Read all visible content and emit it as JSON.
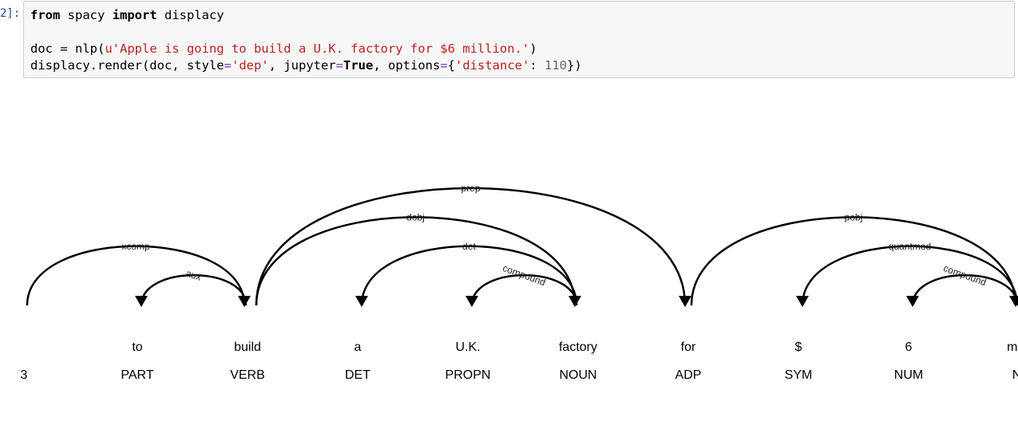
{
  "cell": {
    "prompt": "2]:",
    "code": {
      "line1": {
        "kw1": "from",
        "t1": " spacy ",
        "kw2": "import",
        "t2": " displacy"
      },
      "line3": {
        "t1": "doc = nlp(",
        "s1": "u'Apple is going to build a U.K. factory for $6 million.'",
        "t2": ")"
      },
      "line4": {
        "t1": "displacy.render(doc, style",
        "eq1": "=",
        "s1": "'dep'",
        "t2": ", jupyter",
        "eq2": "=",
        "kw": "True",
        "t3": ", options",
        "eq3": "=",
        "t4": "{",
        "s2": "'distance'",
        "t5": ": ",
        "n1": "110",
        "t6": "})"
      }
    }
  },
  "chart_data": {
    "type": "dependency-parse",
    "tokens": [
      {
        "text": "",
        "tag": "3"
      },
      {
        "text": "to",
        "tag": "PART"
      },
      {
        "text": "build",
        "tag": "VERB"
      },
      {
        "text": "a",
        "tag": "DET"
      },
      {
        "text": "U.K.",
        "tag": "PROPN"
      },
      {
        "text": "factory",
        "tag": "NOUN"
      },
      {
        "text": "for",
        "tag": "ADP"
      },
      {
        "text": "$",
        "tag": "SYM"
      },
      {
        "text": "6",
        "tag": "NUM"
      },
      {
        "text": "million.",
        "tag": "NUM"
      }
    ],
    "arcs": [
      {
        "start": 0,
        "end": 2,
        "label": "xcomp",
        "dir": "right"
      },
      {
        "start": 1,
        "end": 2,
        "label": "aux",
        "dir": "left"
      },
      {
        "start": 2,
        "end": 6,
        "label": "prep",
        "dir": "right"
      },
      {
        "start": 2,
        "end": 5,
        "label": "dobj",
        "dir": "right"
      },
      {
        "start": 3,
        "end": 5,
        "label": "det",
        "dir": "left"
      },
      {
        "start": 4,
        "end": 5,
        "label": "compound",
        "dir": "left"
      },
      {
        "start": 6,
        "end": 9,
        "label": "pobj",
        "dir": "right"
      },
      {
        "start": 7,
        "end": 9,
        "label": "quantmod",
        "dir": "left"
      },
      {
        "start": 8,
        "end": 9,
        "label": "compound",
        "dir": "left"
      }
    ]
  }
}
